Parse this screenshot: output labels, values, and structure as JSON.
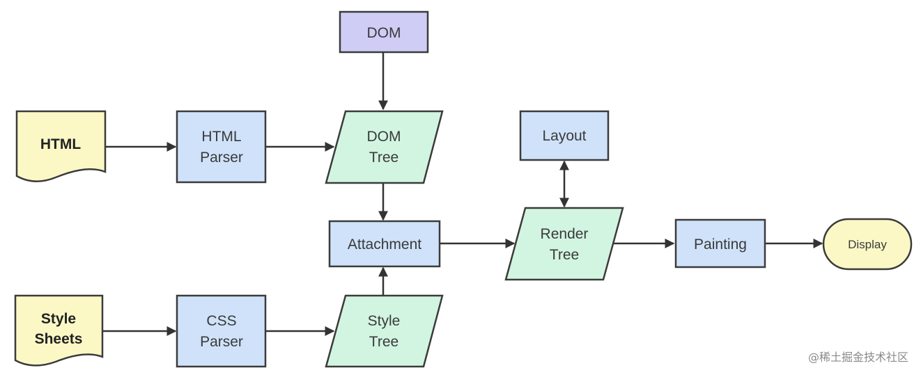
{
  "diagram": {
    "nodes": {
      "dom": {
        "lines": [
          "DOM"
        ],
        "shape": "rectangle",
        "color": "#cfcdf6"
      },
      "html": {
        "lines": [
          "HTML"
        ],
        "shape": "document",
        "color": "#fbf8c6"
      },
      "html_parser": {
        "lines": [
          "HTML",
          "Parser"
        ],
        "shape": "rectangle",
        "color": "#cfe2fa"
      },
      "dom_tree": {
        "lines": [
          "DOM",
          "Tree"
        ],
        "shape": "parallelogram",
        "color": "#d2f5e1"
      },
      "layout": {
        "lines": [
          "Layout"
        ],
        "shape": "rectangle",
        "color": "#cfe2fa"
      },
      "attachment": {
        "lines": [
          "Attachment"
        ],
        "shape": "rectangle",
        "color": "#cfe2fa"
      },
      "render_tree": {
        "lines": [
          "Render",
          "Tree"
        ],
        "shape": "parallelogram",
        "color": "#d2f5e1"
      },
      "painting": {
        "lines": [
          "Painting"
        ],
        "shape": "rectangle",
        "color": "#cfe2fa"
      },
      "display": {
        "lines": [
          "Display"
        ],
        "shape": "terminator",
        "color": "#fbf8c6"
      },
      "style_sheets": {
        "lines": [
          "Style",
          "Sheets"
        ],
        "shape": "document",
        "color": "#fbf8c6"
      },
      "css_parser": {
        "lines": [
          "CSS",
          "Parser"
        ],
        "shape": "rectangle",
        "color": "#cfe2fa"
      },
      "style_tree": {
        "lines": [
          "Style",
          "Tree"
        ],
        "shape": "parallelogram",
        "color": "#d2f5e1"
      }
    },
    "edges": [
      {
        "from": "html",
        "to": "html_parser"
      },
      {
        "from": "html_parser",
        "to": "dom_tree"
      },
      {
        "from": "dom",
        "to": "dom_tree"
      },
      {
        "from": "dom_tree",
        "to": "attachment"
      },
      {
        "from": "style_sheets",
        "to": "css_parser"
      },
      {
        "from": "css_parser",
        "to": "style_tree"
      },
      {
        "from": "style_tree",
        "to": "attachment"
      },
      {
        "from": "attachment",
        "to": "render_tree"
      },
      {
        "from": "layout",
        "to": "render_tree",
        "bidirectional": true
      },
      {
        "from": "render_tree",
        "to": "painting"
      },
      {
        "from": "painting",
        "to": "display"
      }
    ]
  },
  "watermark": "@稀土掘金技术社区"
}
